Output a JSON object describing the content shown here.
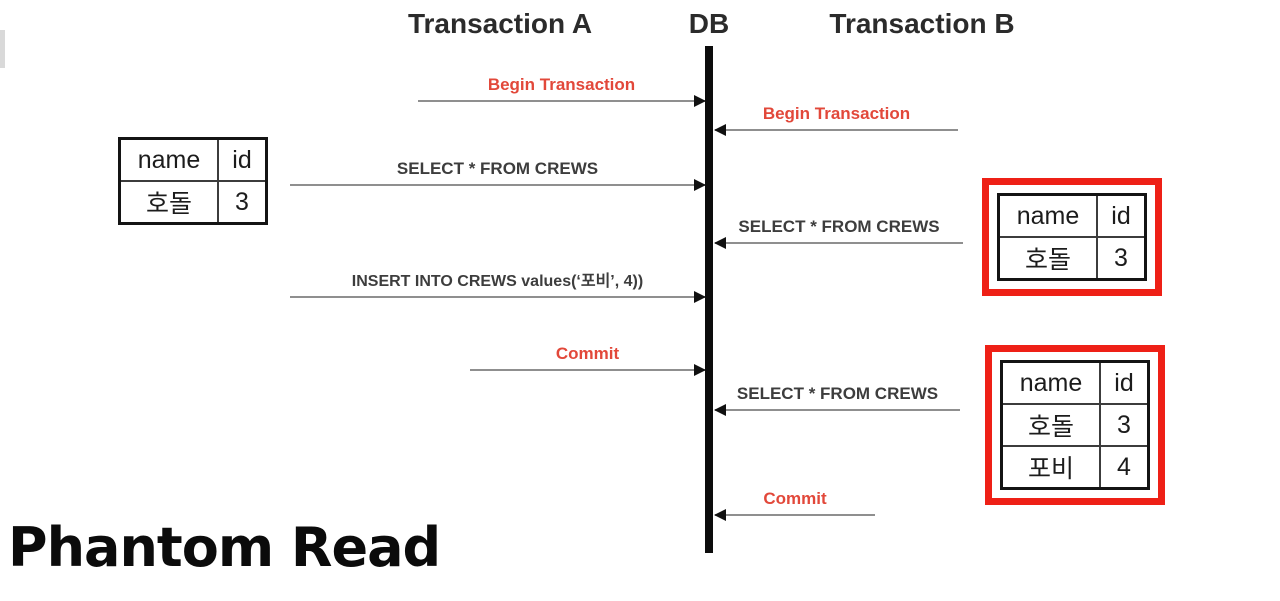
{
  "title": "Phantom Read",
  "lifelines": {
    "a": "Transaction A",
    "db": "DB",
    "b": "Transaction B"
  },
  "messages": {
    "a_begin": {
      "label": "Begin Transaction"
    },
    "a_select": {
      "label": "SELECT * FROM CREWS"
    },
    "a_insert": {
      "label": "INSERT INTO CREWS values(‘포비’, 4))"
    },
    "a_commit": {
      "label": "Commit"
    },
    "b_begin": {
      "label": "Begin Transaction"
    },
    "b_select1": {
      "label": "SELECT * FROM CREWS"
    },
    "b_select2": {
      "label": "SELECT * FROM CREWS"
    },
    "b_commit": {
      "label": "Commit"
    }
  },
  "tables": {
    "a_result": {
      "headers": [
        "name",
        "id"
      ],
      "rows": [
        [
          "호돌",
          "3"
        ]
      ]
    },
    "b_result1": {
      "headers": [
        "name",
        "id"
      ],
      "rows": [
        [
          "호돌",
          "3"
        ]
      ]
    },
    "b_result2": {
      "headers": [
        "name",
        "id"
      ],
      "rows": [
        [
          "호돌",
          "3"
        ],
        [
          "포비",
          "4"
        ]
      ]
    }
  },
  "colors": {
    "accent_red_text": "#e2483a",
    "highlight_border_red": "#ee2016",
    "arrow_line_gray": "#8f8f8f",
    "text_dark": "#3d3d3d"
  }
}
